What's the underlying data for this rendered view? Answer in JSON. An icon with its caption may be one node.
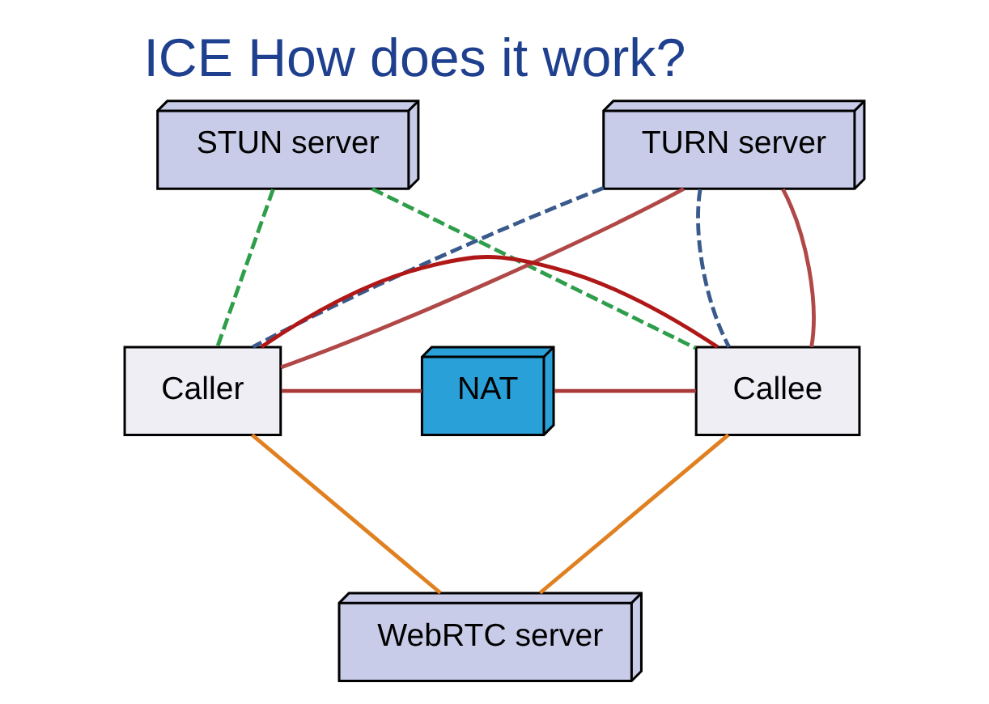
{
  "diagram": {
    "title": "ICE How does it work?",
    "nodes": [
      {
        "text": [
          "STUN server"
        ]
      },
      {
        "text": [
          "TURN server"
        ]
      },
      {
        "text": [
          "NAT"
        ]
      },
      {
        "text": [
          "Caller"
        ]
      },
      {
        "text": [
          "WebRTC server"
        ]
      },
      {
        "text": [
          "Callee"
        ]
      }
    ],
    "edges": [
      {
        "from": 0,
        "to": 3,
        "arrow": "none",
        "style": "dashed",
        "color": "#2e9e4a"
      },
      {
        "from": 0,
        "to": 5,
        "arrow": "none",
        "style": "dashed",
        "color": "#2e9e4a"
      },
      {
        "from": 1,
        "to": 3,
        "arrow": "none",
        "style": "dashed",
        "color": "#3a5a8c"
      },
      {
        "from": 1,
        "to": 5,
        "arrow": "none",
        "style": "dashed",
        "color": "#3a5a8c"
      },
      {
        "from": 3,
        "to": 1,
        "arrow": "none",
        "color": "#b04848"
      },
      {
        "from": 1,
        "to": 5,
        "arrow": "none",
        "color": "#b04848"
      },
      {
        "from": 3,
        "to": 2,
        "arrow": "none",
        "color": "#a83a3a"
      },
      {
        "from": 2,
        "to": 5,
        "arrow": "none",
        "color": "#a83a3a"
      },
      {
        "from": 3,
        "to": 5,
        "arrow": "none",
        "color": "#b01818"
      },
      {
        "from": 3,
        "to": 4,
        "arrow": "none",
        "color": "#e08020"
      },
      {
        "from": 4,
        "to": 5,
        "arrow": "none",
        "color": "#e08020"
      }
    ]
  }
}
